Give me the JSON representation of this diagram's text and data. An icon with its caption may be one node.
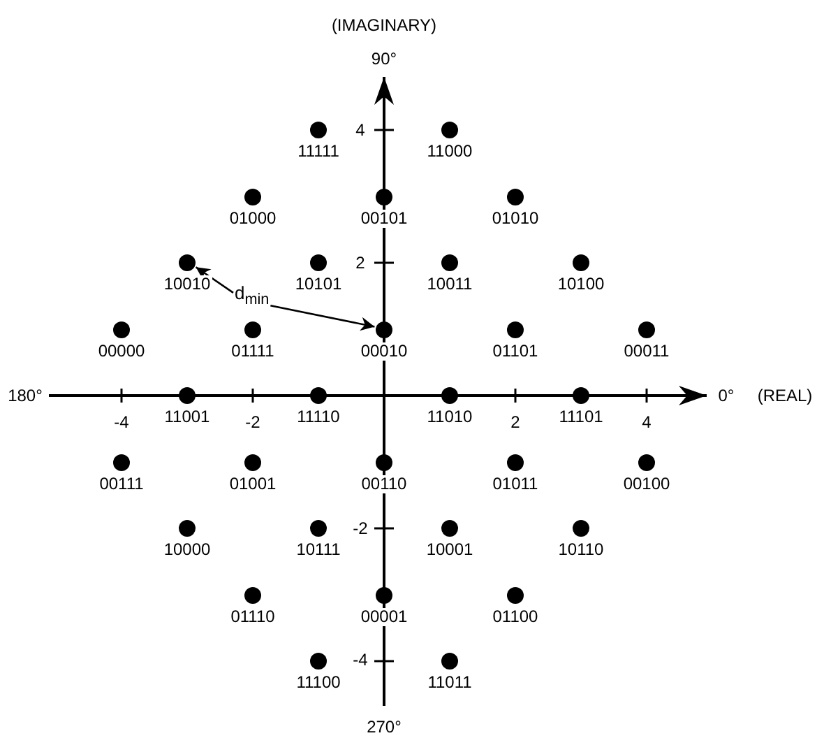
{
  "diagram": {
    "nodes": [
      {
        "text": [
          "11111"
        ]
      },
      {
        "text": [
          "11000"
        ]
      },
      {
        "text": [
          "01000"
        ]
      },
      {
        "text": [
          "00101"
        ]
      },
      {
        "text": [
          "01010"
        ]
      },
      {
        "text": [
          "10010"
        ]
      },
      {
        "text": [
          "10101"
        ]
      },
      {
        "text": [
          "10011"
        ]
      },
      {
        "text": [
          "10100"
        ]
      },
      {
        "text": [
          "00000"
        ]
      },
      {
        "text": [
          "01111"
        ]
      },
      {
        "text": [
          "00010"
        ]
      },
      {
        "text": [
          "01101"
        ]
      },
      {
        "text": [
          "00011"
        ]
      },
      {
        "text": [
          "11001"
        ]
      },
      {
        "text": [
          "11110"
        ]
      },
      {
        "text": [
          "11010"
        ]
      },
      {
        "text": [
          "11101"
        ]
      },
      {
        "text": [
          "00111"
        ]
      },
      {
        "text": [
          "01001"
        ]
      },
      {
        "text": [
          "00110"
        ]
      },
      {
        "text": [
          "01011"
        ]
      },
      {
        "text": [
          "00100"
        ]
      },
      {
        "text": [
          "10000"
        ]
      },
      {
        "text": [
          "10111"
        ]
      },
      {
        "text": [
          "10001"
        ]
      },
      {
        "text": [
          "10110"
        ]
      },
      {
        "text": [
          "01110"
        ]
      },
      {
        "text": [
          "00001"
        ]
      },
      {
        "text": [
          "01100"
        ]
      },
      {
        "text": [
          "11100"
        ]
      },
      {
        "text": [
          "11011"
        ]
      },
      {
        "text": [
          "d$_{min}$"
        ]
      }
    ],
    "edges": [
      {
        "from": 32,
        "to": 5,
        "arrow": "to"
      },
      {
        "from": 32,
        "to": 11,
        "arrow": "to"
      }
    ],
    "labels": [
      "(IMAGINARY)",
      "90°",
      "4",
      "2",
      "180°",
      "0°",
      "(REAL)",
      "-4",
      "-2",
      "2",
      "4",
      "-2",
      "-4",
      "270°"
    ]
  }
}
